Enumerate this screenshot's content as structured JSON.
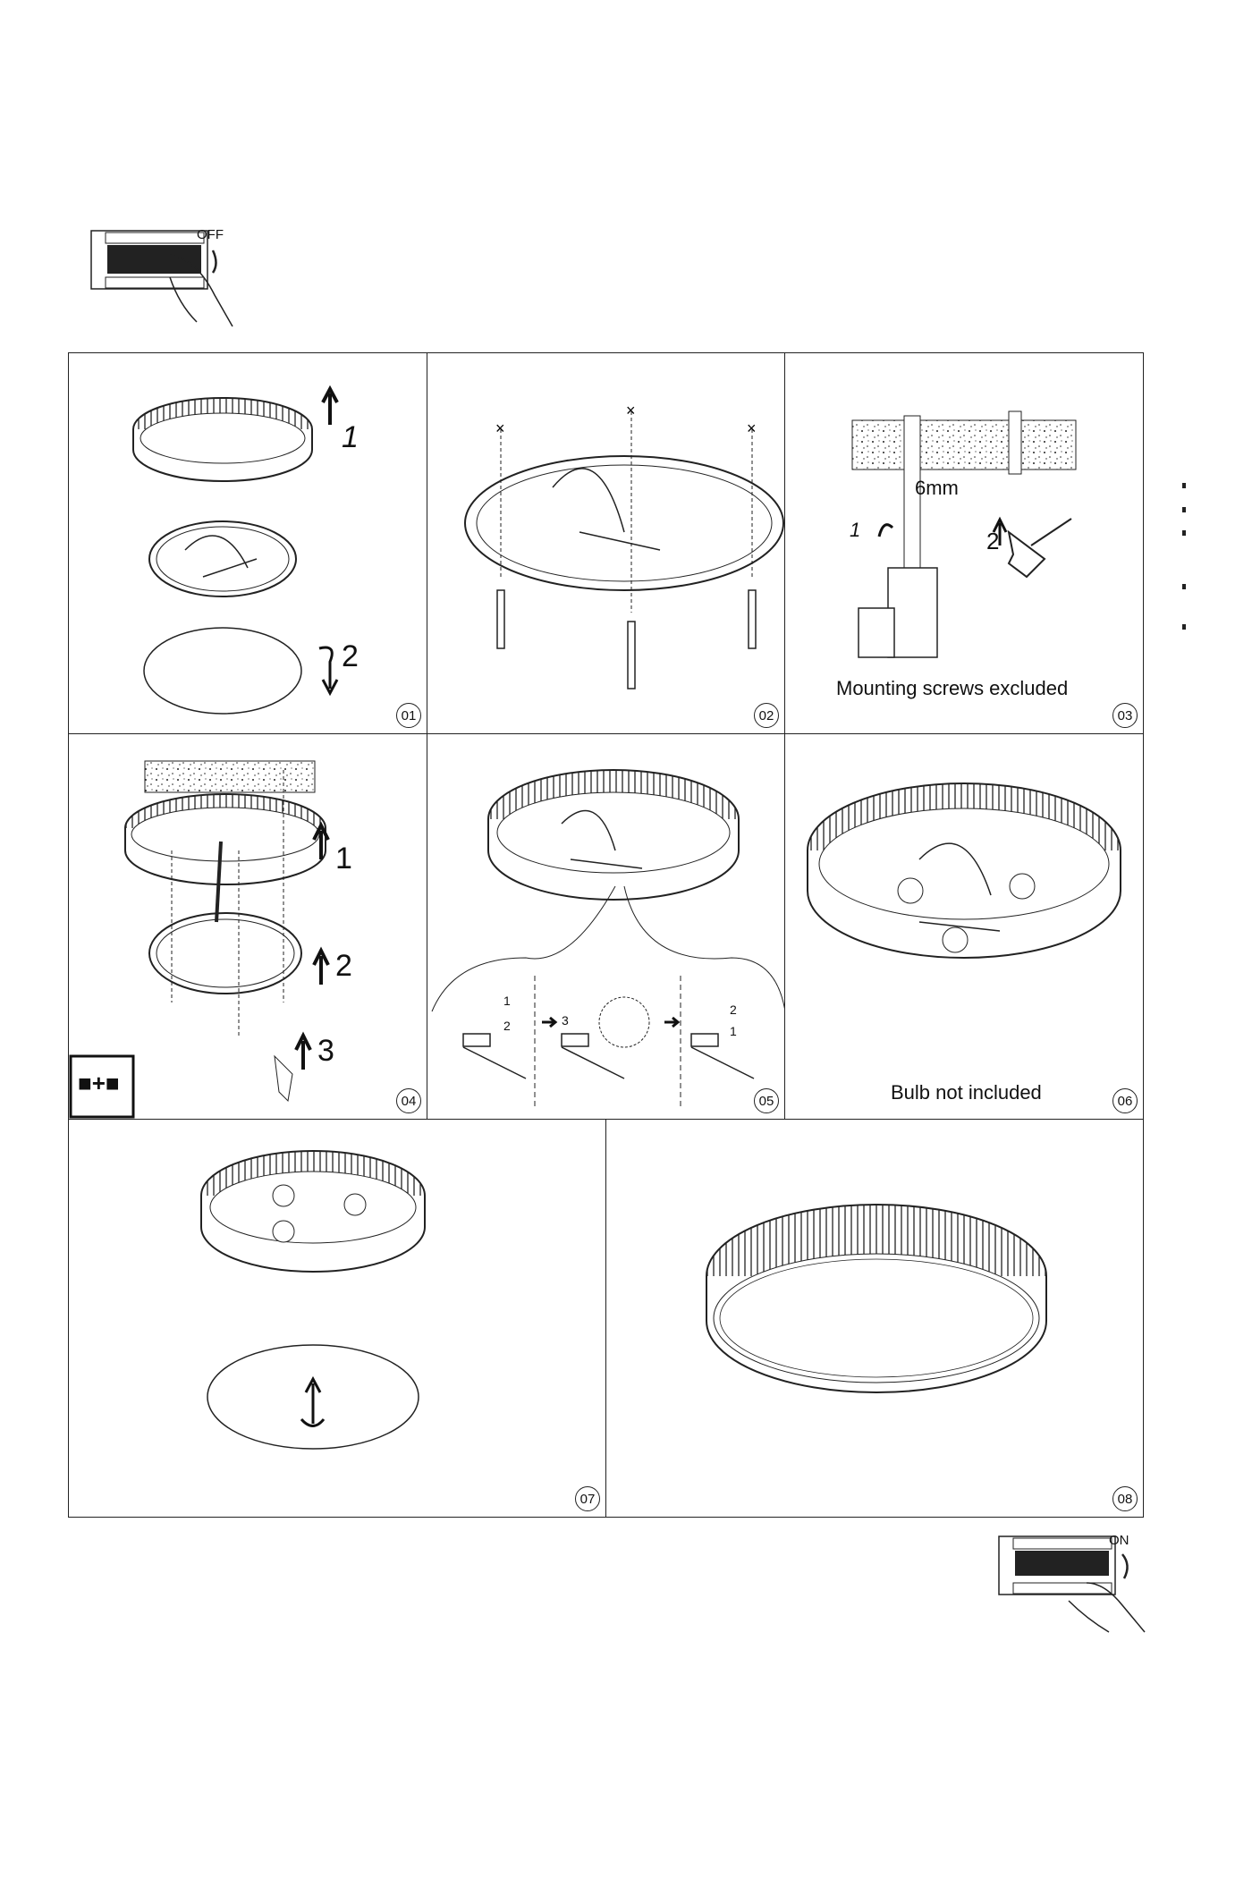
{
  "power_off": {
    "label": "OFF"
  },
  "power_on": {
    "label": "ON"
  },
  "steps": [
    {
      "number": "01",
      "labels": [
        "1",
        "2"
      ]
    },
    {
      "number": "02"
    },
    {
      "number": "03",
      "labels": [
        "6mm",
        "1",
        "2"
      ],
      "caption": "Mounting screws excluded"
    },
    {
      "number": "04",
      "labels": [
        "1",
        "2",
        "3"
      ]
    },
    {
      "number": "05",
      "labels": [
        "1",
        "2",
        "3",
        "2",
        "1"
      ]
    },
    {
      "number": "06",
      "caption": "Bulb not included"
    },
    {
      "number": "07"
    },
    {
      "number": "08"
    }
  ]
}
